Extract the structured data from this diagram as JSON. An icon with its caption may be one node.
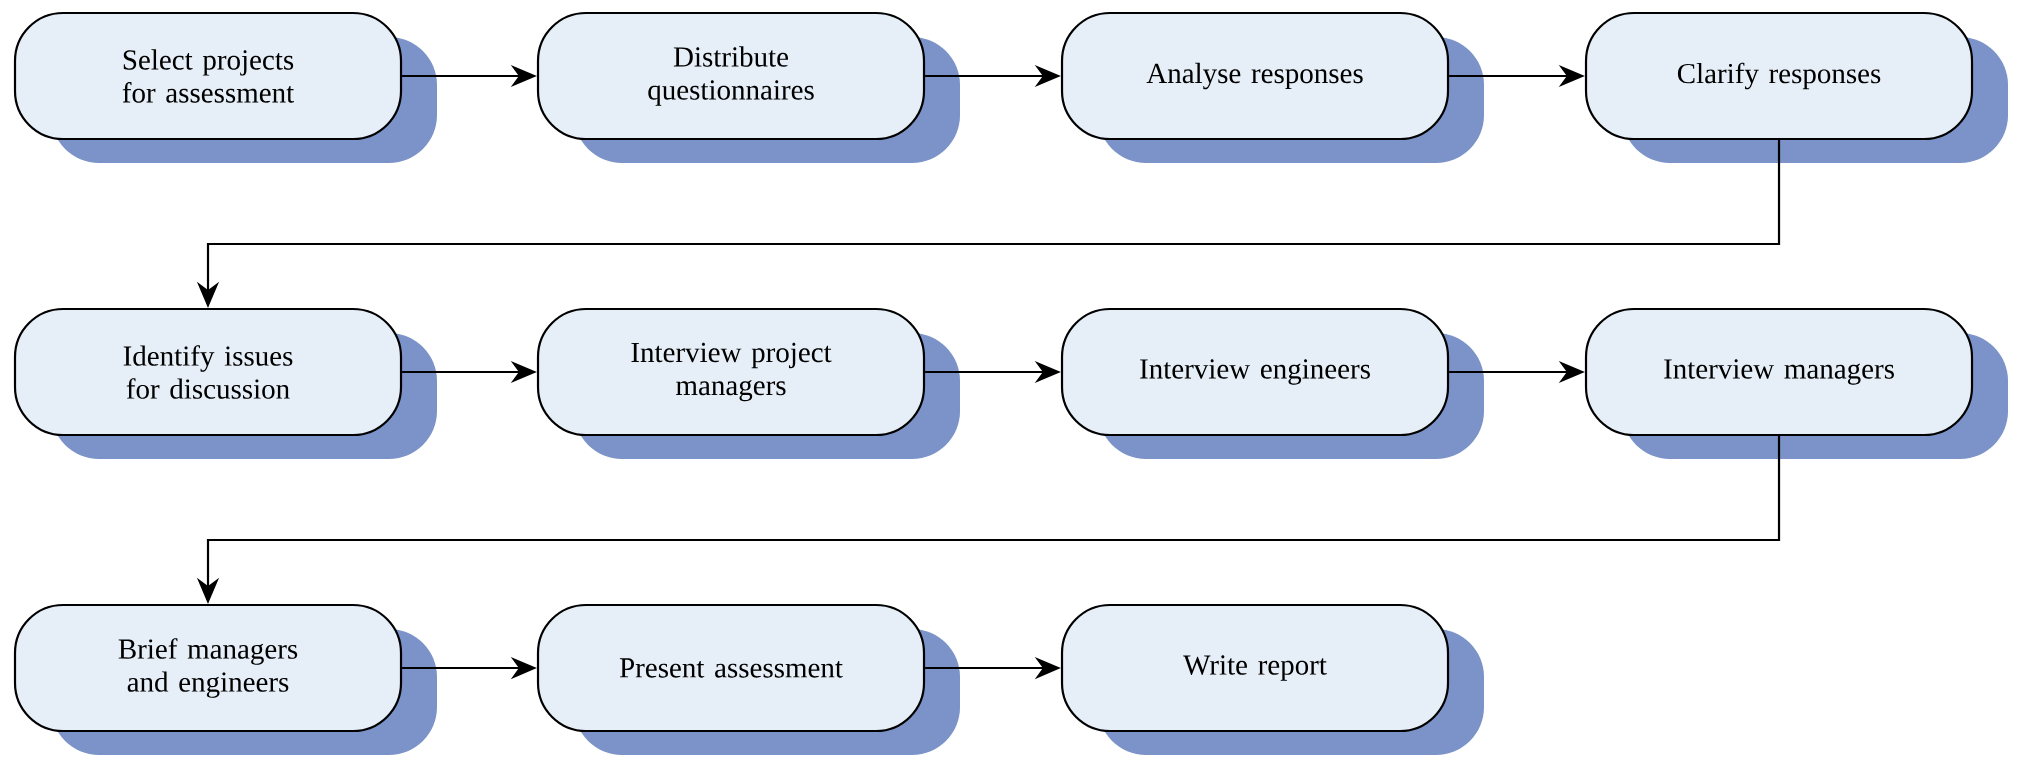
{
  "diagram": {
    "nodes": [
      {
        "text": [
          "Select projects for assessment"
        ]
      },
      {
        "text": [
          "Distribute questionnaires"
        ]
      },
      {
        "text": [
          "Analyse responses"
        ]
      },
      {
        "text": [
          "Clarify responses"
        ]
      },
      {
        "text": [
          "Identify issues for discussion"
        ]
      },
      {
        "text": [
          "Interview project managers"
        ]
      },
      {
        "text": [
          "Interview engineers"
        ]
      },
      {
        "text": [
          "Interview managers"
        ]
      },
      {
        "text": [
          "Brief managers and engineers"
        ]
      },
      {
        "text": [
          "Present assessment"
        ]
      },
      {
        "text": [
          "Write report"
        ]
      }
    ],
    "edges": [
      {
        "from": 0,
        "to": 1,
        "arrow": "to"
      },
      {
        "from": 1,
        "to": 2,
        "arrow": "to"
      },
      {
        "from": 2,
        "to": 3,
        "arrow": "to"
      },
      {
        "from": 3,
        "to": 4,
        "arrow": "to"
      },
      {
        "from": 4,
        "to": 5,
        "arrow": "to"
      },
      {
        "from": 5,
        "to": 6,
        "arrow": "to"
      },
      {
        "from": 6,
        "to": 7,
        "arrow": "to"
      },
      {
        "from": 7,
        "to": 8,
        "arrow": "to"
      },
      {
        "from": 8,
        "to": 9,
        "arrow": "to"
      },
      {
        "from": 9,
        "to": 10,
        "arrow": "to"
      }
    ]
  }
}
